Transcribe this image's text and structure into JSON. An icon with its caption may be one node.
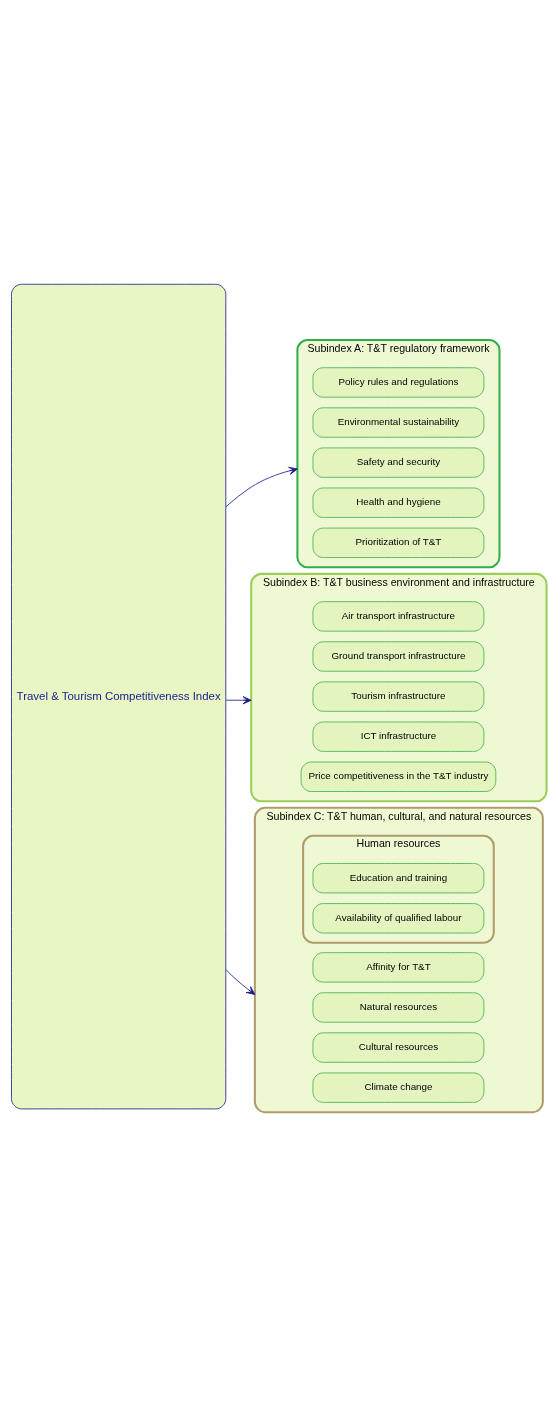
{
  "diagram": {
    "nodes": [
      {
        "text": [
          "Travel & Tourism Competitiveness Index"
        ]
      },
      {
        "text": [
          "Subindex A: T&T regulatory framework"
        ]
      },
      {
        "text": [
          "Policy rules and regulations"
        ],
        "in": 1
      },
      {
        "text": [
          "Environmental sustainability"
        ],
        "in": 1
      },
      {
        "text": [
          "Safety and security"
        ],
        "in": 1
      },
      {
        "text": [
          "Health and hygiene"
        ],
        "in": 1
      },
      {
        "text": [
          "Prioritization of T&T"
        ],
        "in": 1
      },
      {
        "text": [
          "Subindex B: T&T business environment and infrastructure"
        ]
      },
      {
        "text": [
          "Air transport infrastructure"
        ],
        "in": 7
      },
      {
        "text": [
          "Ground transport infrastructure"
        ],
        "in": 7
      },
      {
        "text": [
          "Tourism infrastructure"
        ],
        "in": 7
      },
      {
        "text": [
          "ICT infrastructure"
        ],
        "in": 7
      },
      {
        "text": [
          "Price competitiveness in the T&T industry"
        ],
        "in": 7
      },
      {
        "text": [
          "Subindex C: T&T human, cultural, and natural resources"
        ]
      },
      {
        "text": [
          "Human resources"
        ],
        "in": 13
      },
      {
        "text": [
          "Education and training"
        ],
        "in": 14
      },
      {
        "text": [
          "Availability of qualified labour"
        ],
        "in": 14
      },
      {
        "text": [
          "Affinity for T&T"
        ],
        "in": 13
      },
      {
        "text": [
          "Natural resources"
        ],
        "in": 13
      },
      {
        "text": [
          "Cultural resources"
        ],
        "in": 13
      },
      {
        "text": [
          "Climate change"
        ],
        "in": 13
      }
    ],
    "edges": [
      {
        "from": 0,
        "to": 1,
        "arrow": "to"
      },
      {
        "from": 0,
        "to": 7,
        "arrow": "to"
      },
      {
        "from": 0,
        "to": 13,
        "arrow": "to"
      }
    ]
  }
}
